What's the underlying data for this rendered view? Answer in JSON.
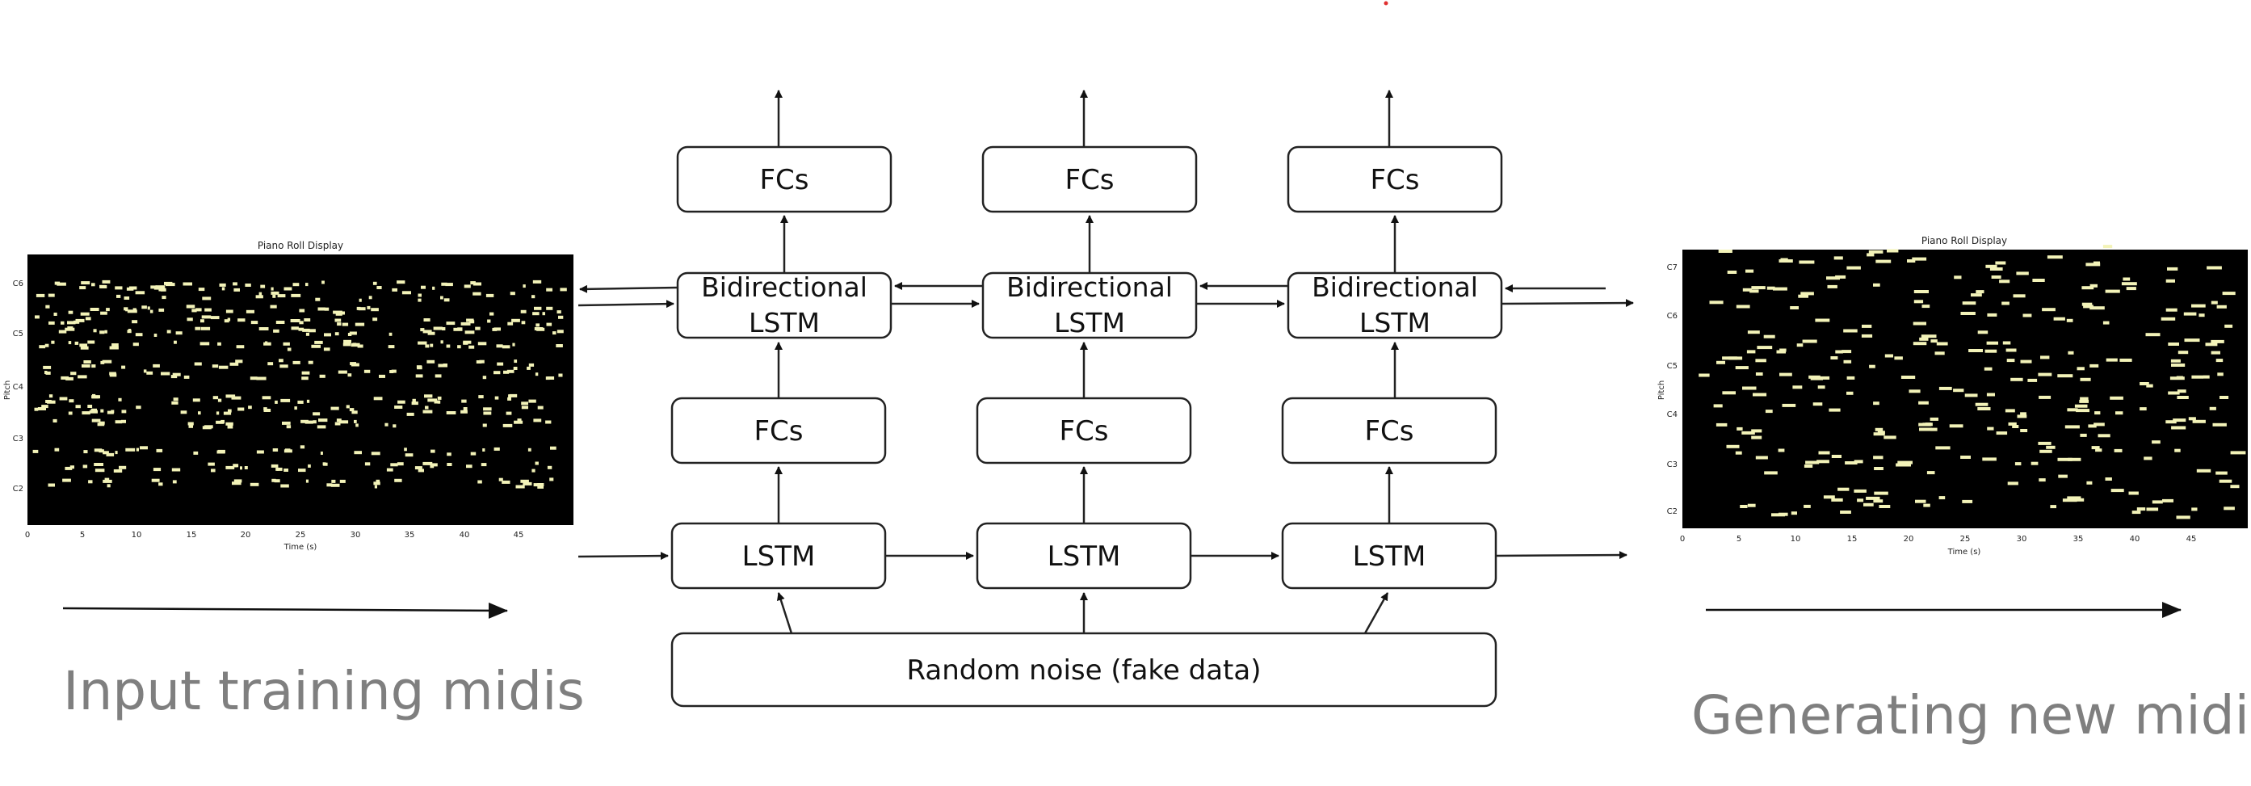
{
  "left_panel": {
    "title": "Piano Roll Display",
    "xlabel": "Time (s)",
    "ylabel": "Pitch",
    "x_ticks": [
      "0",
      "5",
      "10",
      "15",
      "20",
      "25",
      "30",
      "35",
      "40",
      "45"
    ],
    "y_ticks": [
      "C2",
      "C3",
      "C4",
      "C5",
      "C6"
    ],
    "caption": "Input training midis"
  },
  "right_panel": {
    "title": "Piano Roll Display",
    "xlabel": "Time (s)",
    "ylabel": "Pitch",
    "x_ticks": [
      "0",
      "5",
      "10",
      "15",
      "20",
      "25",
      "30",
      "35",
      "40",
      "45"
    ],
    "y_ticks": [
      "C2",
      "C3",
      "C4",
      "C5",
      "C6",
      "C7"
    ],
    "caption": "Generating new midi"
  },
  "network": {
    "noise_label": "Random noise (fake data)",
    "columns": [
      {
        "lstm": "LSTM",
        "fc_low": "FCs",
        "bilstm_line1": "Bidirectional",
        "bilstm_line2": "LSTM",
        "fc_top": "FCs"
      },
      {
        "lstm": "LSTM",
        "fc_low": "FCs",
        "bilstm_line1": "Bidirectional",
        "bilstm_line2": "LSTM",
        "fc_top": "FCs"
      },
      {
        "lstm": "LSTM",
        "fc_low": "FCs",
        "bilstm_line1": "Bidirectional",
        "bilstm_line2": "LSTM",
        "fc_top": "FCs"
      }
    ]
  },
  "colors": {
    "note": "#f3f3b8",
    "roll_bg": "#000000",
    "box_stroke": "#222222",
    "caption": "#7f7f7f"
  }
}
